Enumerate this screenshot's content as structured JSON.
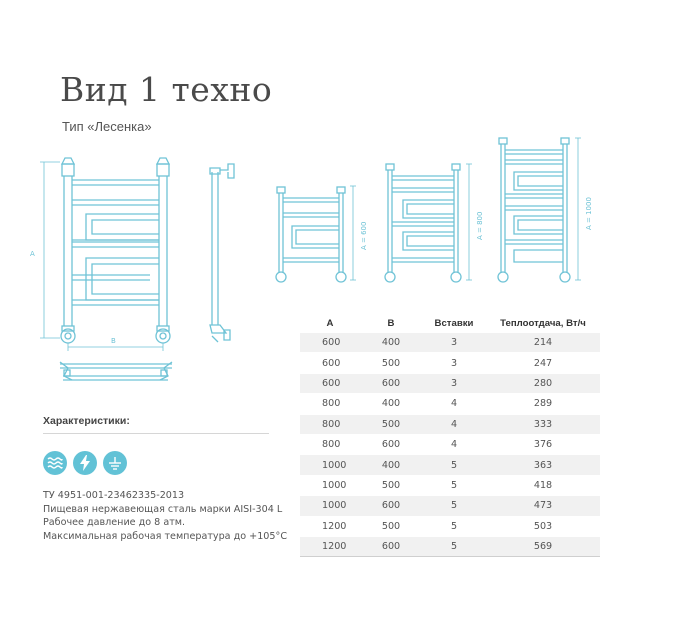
{
  "header": {
    "title": "Вид 1 техно",
    "subtitle": "Тип «Лесенка»"
  },
  "drawing": {
    "label_a": "A",
    "label_b": "B",
    "label_600": "A = 600",
    "label_800": "A = 800",
    "label_1000": "A = 1000",
    "line_color": "#6fc3d6"
  },
  "specs": {
    "heading": "Характеристики:",
    "icons": [
      "water-waves-icon",
      "lightning-icon",
      "ground-icon"
    ],
    "icon_color": "#62c2d6",
    "lines": [
      "ТУ 4951-001-23462335-2013",
      "Пищевая нержавеющая сталь марки AISI-304 L",
      "Рабочее давление до 8 атм.",
      "Максимальная рабочая температура до +105°С"
    ]
  },
  "table": {
    "headers": [
      "A",
      "B",
      "Вставки",
      "Теплоотдача, Вт/ч"
    ],
    "rows": [
      [
        "600",
        "400",
        "3",
        "214"
      ],
      [
        "600",
        "500",
        "3",
        "247"
      ],
      [
        "600",
        "600",
        "3",
        "280"
      ],
      [
        "800",
        "400",
        "4",
        "289"
      ],
      [
        "800",
        "500",
        "4",
        "333"
      ],
      [
        "800",
        "600",
        "4",
        "376"
      ],
      [
        "1000",
        "400",
        "5",
        "363"
      ],
      [
        "1000",
        "500",
        "5",
        "418"
      ],
      [
        "1000",
        "600",
        "5",
        "473"
      ],
      [
        "1200",
        "500",
        "5",
        "503"
      ],
      [
        "1200",
        "600",
        "5",
        "569"
      ]
    ]
  }
}
